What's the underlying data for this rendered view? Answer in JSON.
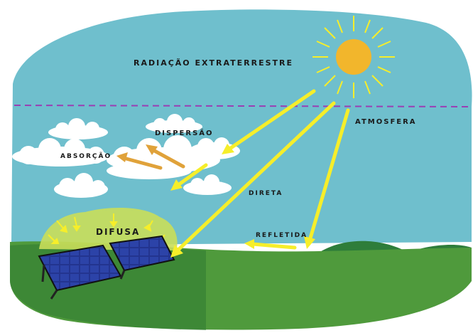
{
  "labels": {
    "extraterrestrial": "RADIAÇÃO EXTRATERRESTRE",
    "atmosphere": "ATMOSFERA",
    "dispersion": "DISPERSÃO",
    "absorption": "ABSORÇÃO",
    "direct": "DIRETA",
    "reflected": "REFLETIDA",
    "diffuse": "DIFUSA"
  },
  "colors": {
    "sky": "#6fbfcd",
    "ground": "#4f9a3c",
    "ground_dark": "#2f7a32",
    "hill": "#2e7d3a",
    "sun": "#f2b62c",
    "ray": "#f6ee2a",
    "atmosphere_line": "#9a3fb3",
    "diffuse_glow": "#c9de5a",
    "absorption_arrow": "#e0a23a",
    "panel": "#1f2f8a",
    "cloud": "#ffffff"
  },
  "icons": {
    "sun": "sun-icon",
    "panel": "solar-panel-icon",
    "cloud": "cloud-icon"
  }
}
